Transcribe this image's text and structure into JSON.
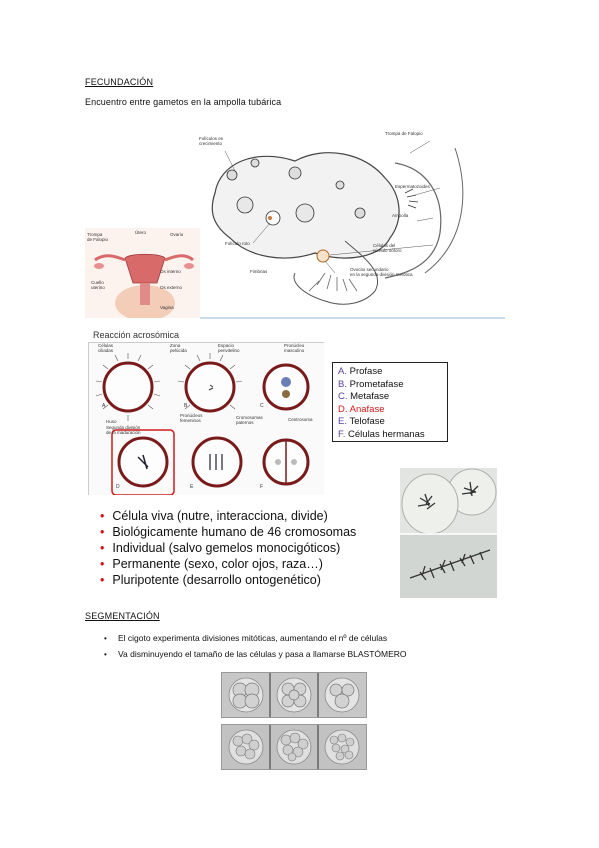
{
  "section1": {
    "heading": "FECUNDACIÓN",
    "subtitle": "Encuentro entre gametos en la ampolla tubárica"
  },
  "fig_ovary": {
    "labels": [
      "Folículos en\ncrecimiento",
      "Trompa de Falopio",
      "Espermatozoides",
      "Ampolla",
      "Folículo roto",
      "Células del\ncúmulo oóforo",
      "Fimbrias",
      "Ovocito secundario\nen la segunda división meiótica"
    ]
  },
  "fig_uterus": {
    "labels": [
      "Trompa\nde Falopio",
      "Útero",
      "Ovario",
      "Os interno",
      "Os externo",
      "Cuello\nuterino",
      "Vagina"
    ]
  },
  "fig_acro": {
    "title": "Reacción acrosómica",
    "labels": [
      "Células\nciliadas",
      "Zona\npelúcida",
      "Espacio\nperivitelino",
      "Pronúcleo\nmasculino",
      "Pronúcleos\nfemeninos",
      "Cromosomas\npaternos",
      "Centrosoma",
      "Huso",
      "Segunda división\nde la maduración"
    ],
    "panel_letters": [
      "A",
      "B",
      "C",
      "D",
      "E",
      "F"
    ]
  },
  "legend": {
    "items": [
      {
        "letter": "A.",
        "text": "Profase",
        "color": "#000000"
      },
      {
        "letter": "B.",
        "text": "Prometafase",
        "color": "#000000"
      },
      {
        "letter": "C.",
        "text": "Metafase",
        "color": "#000000"
      },
      {
        "letter": "D.",
        "text": "Anafase",
        "color": "#d11a1a"
      },
      {
        "letter": "E.",
        "text": "Telofase",
        "color": "#000000"
      },
      {
        "letter": "F.",
        "text": "Células hermanas",
        "color": "#000000"
      }
    ],
    "letter_color": "#5b3e9a"
  },
  "properties": {
    "bullet": "•",
    "bullet_color": "#d11a1a",
    "items": [
      "Célula viva (nutre, interacciona, divide)",
      "Biológicamente humano de 46 cromosomas",
      "Individual (salvo gemelos monocigóticos)",
      "Permanente (sexo, color ojos, raza…)",
      "Pluripotente (desarrollo ontogenético)"
    ]
  },
  "section2": {
    "heading": "SEGMENTACIÓN",
    "bullet": "•",
    "items": [
      "El cigoto experimenta divisiones mitóticas, aumentando el nº de células",
      "Va disminuyendo el tamaño de las células y pasa a llamarse BLASTÓMERO"
    ]
  }
}
